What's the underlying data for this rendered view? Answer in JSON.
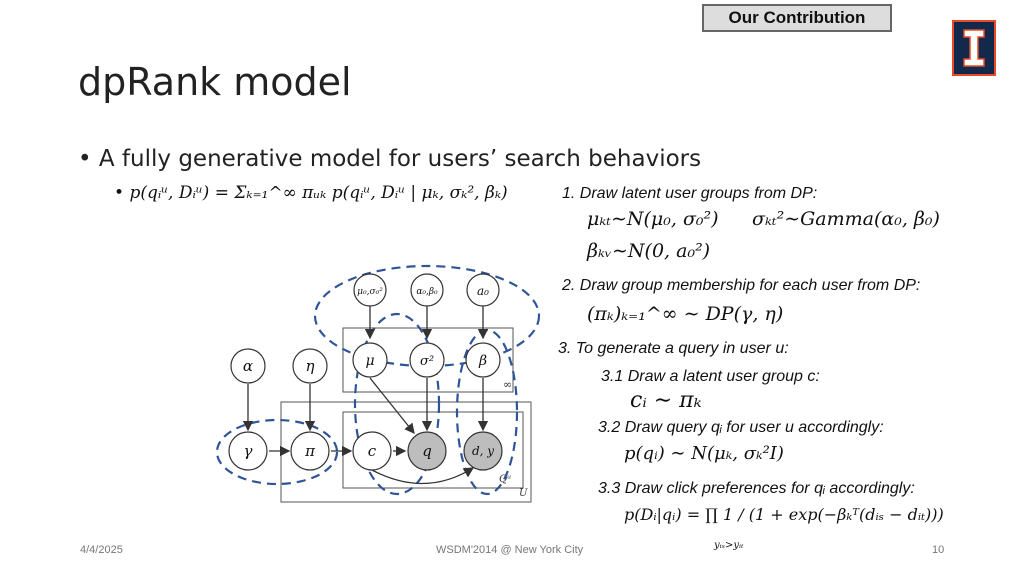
{
  "badge": "Our Contribution",
  "title": "dpRank model",
  "bullet": "A fully generative model for users’ search behaviors",
  "mixture_formula": "p(qᵢᵘ, Dᵢᵘ) = Σₖ₌₁^∞ πᵤₖ p(qᵢᵘ, Dᵢᵘ | μₖ, σₖ², βₖ)",
  "steps": {
    "s1": "1. Draw latent user groups from DP:",
    "s1_eq1": "μₖₜ∼N(μ₀, σ₀²)",
    "s1_eq2": "σₖₜ²∼Gamma(α₀, β₀)",
    "s1_eq3": "βₖᵥ∼N(0, a₀²)",
    "s2": "2. Draw group membership for each user from DP:",
    "s2_eq": "(πₖ)ₖ₌₁^∞ ∼ DP(γ, η)",
    "s3": "3. To generate a query in user u:",
    "s31": "3.1 Draw a latent user group c:",
    "s31_eq": "cᵢ ∼ πₖ",
    "s32": "3.2 Draw query qᵢ for user u accordingly:",
    "s32_eq": "p(qᵢ) ∼ N(μₖ, σₖ²I)",
    "s33": "3.3 Draw click preferences for qᵢ accordingly:",
    "s33_eq": "p(Dᵢ|qᵢ) = ∏ 1 / (1 + exp(−βₖᵀ(dᵢₛ − dᵢₜ)))",
    "s33_sub": "yᵢₛ>yᵢₜ"
  },
  "diagram": {
    "nodes": {
      "alpha": "α",
      "eta": "η",
      "gamma": "γ",
      "pi": "π",
      "c": "c",
      "q": "q",
      "dy": "d, y",
      "mu": "μ",
      "sigma2": "σ²",
      "beta": "β",
      "mu0s0": "μ₀,σ₀²",
      "a0b0": "α₀,β₀",
      "a0": "a₀"
    },
    "plate_labels": {
      "inf": "∞",
      "Q": "Qᵘ",
      "U": "U"
    }
  },
  "footer": {
    "date": "4/4/2025",
    "venue": "WSDM'2014 @ New York City",
    "page": "10"
  },
  "colors": {
    "dashed": "#2f5597",
    "shaded_node": "#bdbdbd",
    "logo_bg": "#13294b",
    "logo_accent": "#e84a27"
  }
}
